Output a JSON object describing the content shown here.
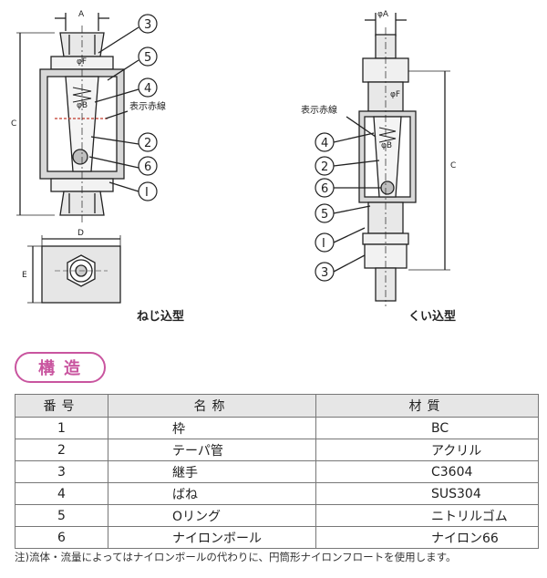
{
  "figures": {
    "left": {
      "caption": "ねじ込型",
      "dims": [
        "A",
        "φF",
        "φB",
        "C",
        "D",
        "E"
      ],
      "callouts": [
        "3",
        "5",
        "4",
        "2",
        "6",
        "I"
      ],
      "indicator_label": "表示赤線"
    },
    "right": {
      "caption": "くい込型",
      "dims": [
        "φA",
        "φF",
        "φB",
        "C"
      ],
      "callouts": [
        "4",
        "2",
        "6",
        "5",
        "I",
        "3"
      ],
      "indicator_label": "表示赤線"
    }
  },
  "section": {
    "title": "構造"
  },
  "table": {
    "headers": [
      "番号",
      "名称",
      "材質"
    ],
    "rows": [
      [
        "1",
        "枠",
        "BC"
      ],
      [
        "2",
        "テーパ管",
        "アクリル"
      ],
      [
        "3",
        "継手",
        "C3604"
      ],
      [
        "4",
        "ばね",
        "SUS304"
      ],
      [
        "5",
        "Oリング",
        "ニトリルゴム"
      ],
      [
        "6",
        "ナイロンボール",
        "ナイロン66"
      ]
    ]
  },
  "note": "注)流体・流量によってはナイロンボールの代わりに、円筒形ナイロンフロートを使用します。",
  "colors": {
    "accent": "#c9559f",
    "header_bg": "#e6e6e6",
    "line": "#222222"
  }
}
